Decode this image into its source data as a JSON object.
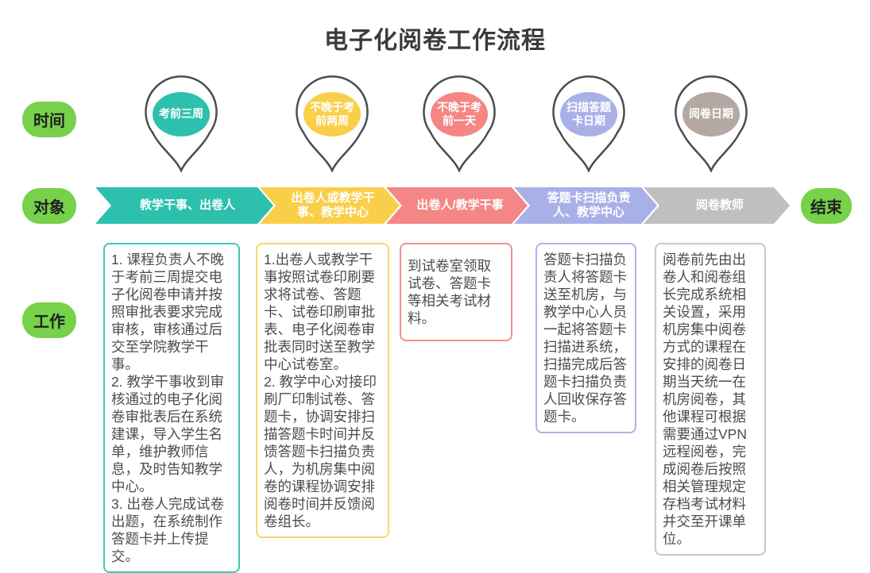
{
  "title": "电子化阅卷工作流程",
  "row_labels": {
    "time": "时间",
    "object": "对象",
    "work": "工作"
  },
  "end_label": "结束",
  "colors": {
    "label_green": "#77d14a",
    "pin_outline": "#4d4d4d",
    "title_text": "#3b3b3b"
  },
  "stages": [
    {
      "time": "考前三周",
      "actor": "教学干事、出卷人",
      "work": "1. 课程负责人不晚于考前三周提交电子化阅卷申请并按照审批表要求完成审核，审核通过后交至学院教学干事。\n2. 教学干事收到审核通过的电子化阅卷审批表后在系统建课，导入学生名单，维护教师信息，及时告知教学中心。\n3. 出卷人完成试卷出题，在系统制作答题卡并上传提交。",
      "pin_color": "#2cc0ad",
      "arrow_color": "#2cc0ad",
      "box_border": "#3ec6b4"
    },
    {
      "time": "不晚于考前两周",
      "actor": "出卷人或教学干事、教学中心",
      "work": "1.出卷人或教学干事按照试卷印刷要求将试卷、答题卡、试卷印刷审批表、电子化阅卷审批表同时送至教学中心试卷室。\n2. 教学中心对接印刷厂印制试卷、答题卡，协调安排扫描答题卡时间并反馈答题卡扫描负责人，为机房集中阅卷的课程协调安排阅卷时间并反馈阅卷组长。",
      "pin_color": "#f9cf4a",
      "arrow_color": "#f9cf4a",
      "box_border": "#f6d76b"
    },
    {
      "time": "不晚于考前一天",
      "actor": "出卷人/教学干事",
      "work": "到试卷室领取试卷、答题卡等相关考试材料。",
      "pin_color": "#f48686",
      "arrow_color": "#f48686",
      "box_border": "#f09090"
    },
    {
      "time": "扫描答题卡日期",
      "actor": "答题卡扫描负责人、教学中心",
      "work": "答题卡扫描负责人将答题卡送至机房，与教学中心人员一起将答题卡扫描进系统，扫描完成后答题卡扫描负责人回收保存答题卡。",
      "pin_color": "#a9b0e8",
      "arrow_color": "#a9b0e8",
      "box_border": "#acb2ea"
    },
    {
      "time": "阅卷日期",
      "actor": "阅卷教师",
      "work": "阅卷前先由出卷人和阅卷组长完成系统相关设置，采用机房集中阅卷方式的课程在安排的阅卷日期当天统一在机房阅卷，其他课程可根据需要通过VPN远程阅卷，完成阅卷后按照相关管理规定存档考试材料并交至开课单位。",
      "pin_color": "#b3a8a2",
      "arrow_color": "#bfbfbf",
      "box_border": "#ccc6c2"
    }
  ]
}
